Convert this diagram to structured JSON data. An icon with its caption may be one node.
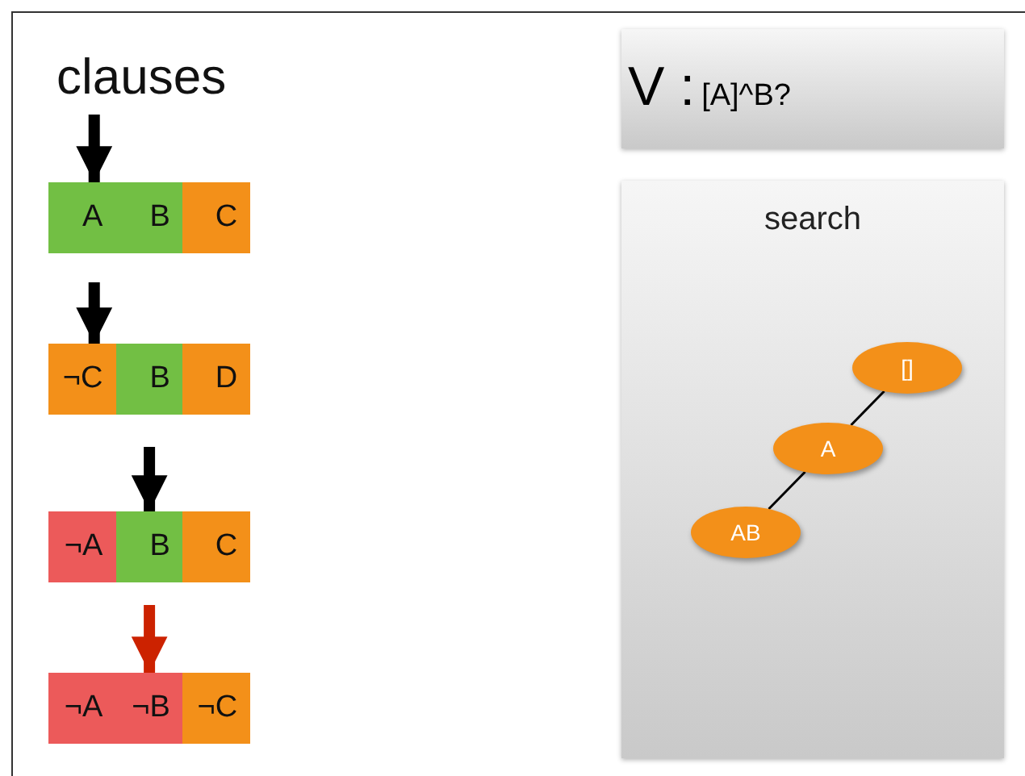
{
  "diagram": {
    "nodes": [
      {
        "text": [
          "V :",
          "[A]^B?"
        ]
      },
      {
        "text": [
          "search"
        ]
      },
      {
        "text": [
          "[]"
        ],
        "in": 1
      },
      {
        "text": [
          "A"
        ],
        "in": 1
      },
      {
        "text": [
          "AB"
        ],
        "in": 1
      },
      {
        "text": [
          "A"
        ]
      },
      {
        "text": [
          "B"
        ]
      },
      {
        "text": [
          "C"
        ]
      },
      {
        "text": [
          "¬C"
        ]
      },
      {
        "text": [
          "B"
        ]
      },
      {
        "text": [
          "D"
        ]
      },
      {
        "text": [
          "¬A"
        ]
      },
      {
        "text": [
          "B"
        ]
      },
      {
        "text": [
          "C"
        ]
      },
      {
        "text": [
          "¬A"
        ]
      },
      {
        "text": [
          "¬B"
        ]
      },
      {
        "text": [
          "¬C"
        ]
      }
    ],
    "edges": [
      {
        "from": 2,
        "to": 3,
        "arrow": "none"
      },
      {
        "from": 3,
        "to": 4,
        "arrow": "none"
      },
      {
        "from": null,
        "to": 5,
        "arrow": "to"
      },
      {
        "from": null,
        "to": 8,
        "arrow": "to"
      },
      {
        "from": null,
        "to": 12,
        "arrow": "to"
      },
      {
        "from": null,
        "to": 15,
        "arrow": "to",
        "color": "#cc2200"
      }
    ],
    "labels": [
      "clauses"
    ]
  }
}
